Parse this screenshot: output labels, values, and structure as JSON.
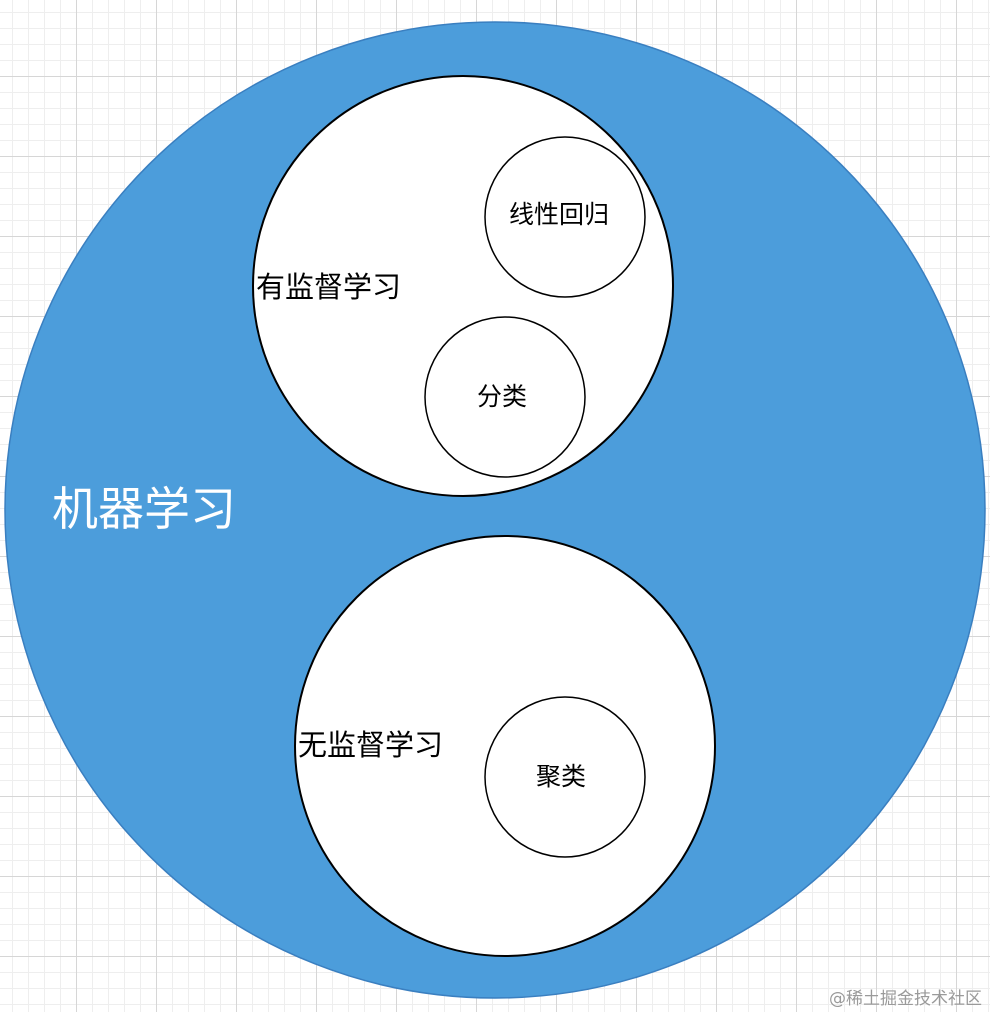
{
  "colors": {
    "outer_fill": "#4c9ddb",
    "outer_stroke": "#3a7fc0",
    "inner_fill": "#ffffff",
    "inner_stroke": "#000000"
  },
  "labels": {
    "machine_learning": "机器学习",
    "supervised_learning": "有监督学习",
    "linear_regression": "线性回归",
    "classification": "分类",
    "unsupervised_learning": "无监督学习",
    "clustering": "聚类"
  },
  "watermark": "@稀土掘金技术社区"
}
